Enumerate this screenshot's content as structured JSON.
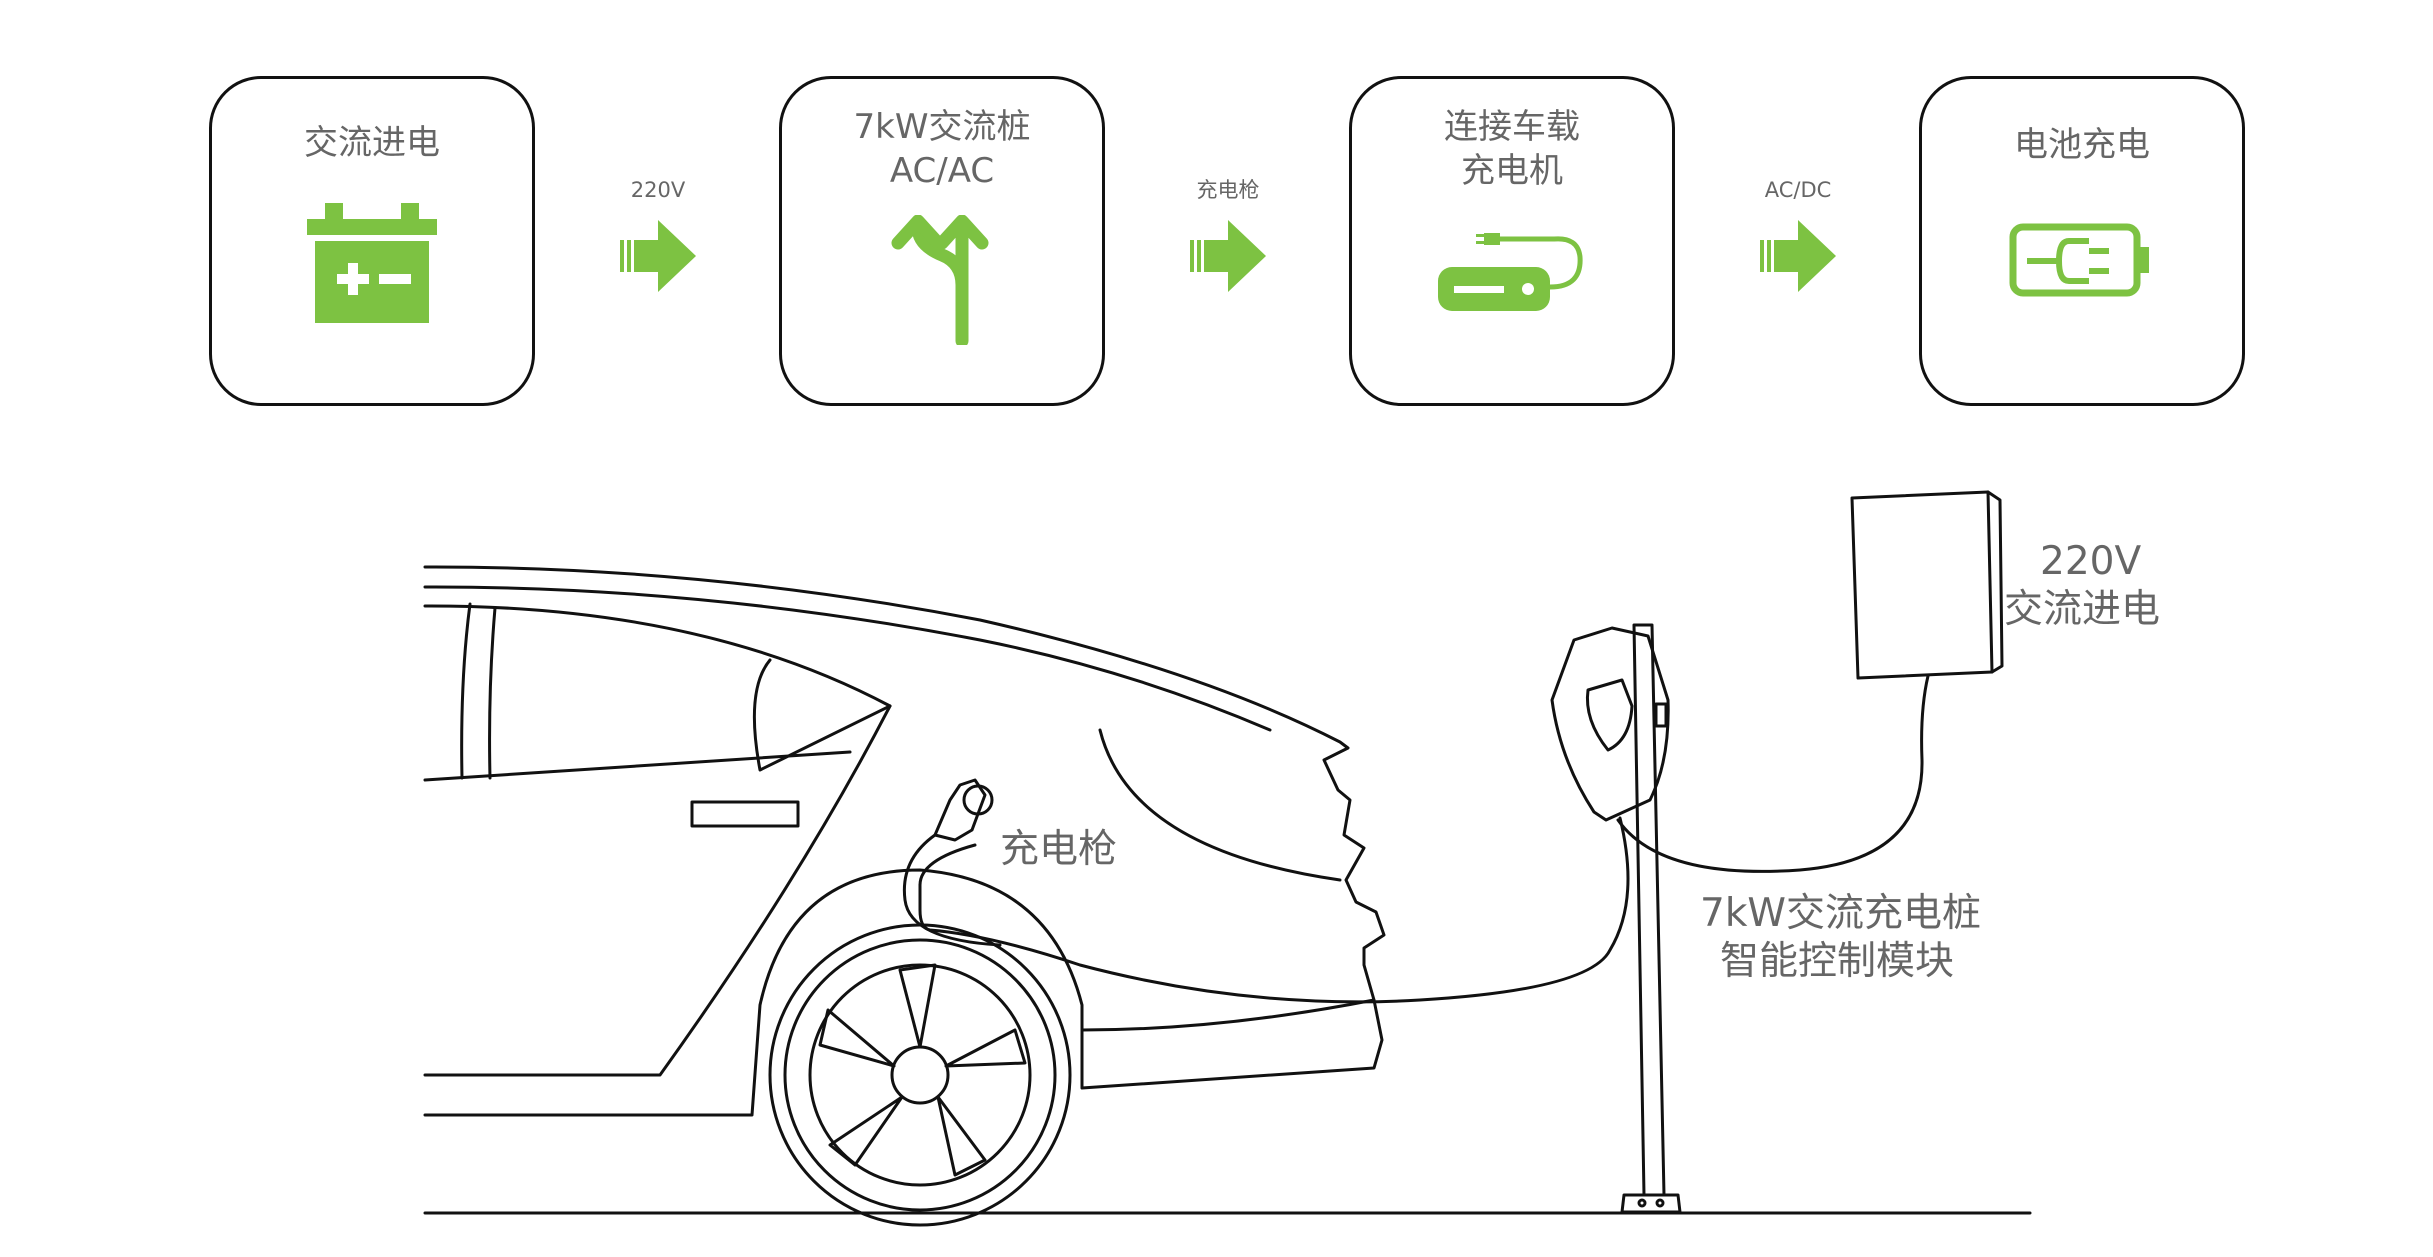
{
  "colors": {
    "accent": "#7dc242",
    "outline": "#111111",
    "text": "#666666"
  },
  "flow": {
    "steps": [
      {
        "lines": [
          "交流进电"
        ],
        "icon": "battery-icon"
      },
      {
        "lines": [
          "7kW交流桩",
          "AC/AC"
        ],
        "icon": "split-arrows-icon"
      },
      {
        "lines": [
          "连接车载",
          "充电机"
        ],
        "icon": "onboard-charger-icon"
      },
      {
        "lines": [
          "电池充电"
        ],
        "icon": "battery-charging-icon"
      }
    ],
    "arrows": [
      {
        "label": "220V",
        "icon": "right-arrow-icon"
      },
      {
        "label": "充电枪",
        "icon": "right-arrow-icon"
      },
      {
        "label": "AC/DC",
        "icon": "right-arrow-icon"
      }
    ]
  },
  "scene": {
    "charging_gun_label": "充电枪",
    "charger_label": [
      "7kW交流充电桩",
      "智能控制模块"
    ],
    "power_box_label": [
      "220V",
      "交流进电"
    ]
  }
}
